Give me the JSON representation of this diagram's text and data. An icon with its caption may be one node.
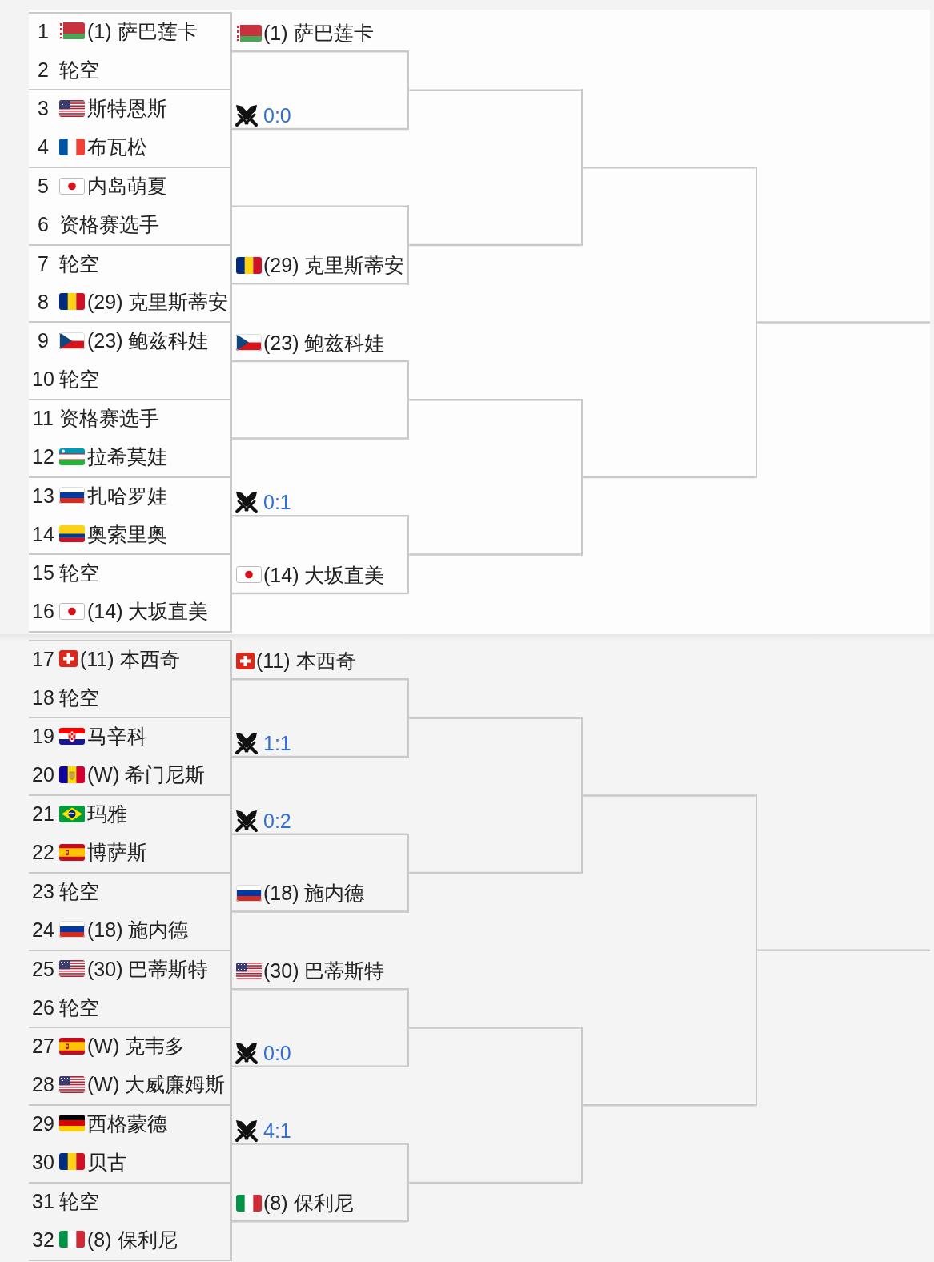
{
  "diagram": {
    "nodes": [
      {
        "text": [
          "1",
          "(1) 萨巴莲卡",
          "2",
          "轮空"
        ]
      },
      {
        "text": [
          "3",
          "斯特恩斯",
          "4",
          "布瓦松"
        ]
      },
      {
        "text": [
          "5",
          "内岛萌夏",
          "6",
          "资格赛选手"
        ]
      },
      {
        "text": [
          "7",
          "轮空",
          "8",
          "(29) 克里斯蒂安"
        ]
      },
      {
        "text": [
          "9",
          "(23) 鲍兹科娃",
          "10",
          "轮空"
        ]
      },
      {
        "text": [
          "11",
          "资格赛选手",
          "12",
          "拉希莫娃"
        ]
      },
      {
        "text": [
          "13",
          "扎哈罗娃",
          "14",
          "奥索里奥"
        ]
      },
      {
        "text": [
          "15",
          "轮空",
          "16",
          "(14) 大坂直美"
        ]
      },
      {
        "text": [
          "17",
          "(11) 本西奇",
          "18",
          "轮空"
        ]
      },
      {
        "text": [
          "19",
          "马辛科",
          "20",
          "(W) 希门尼斯"
        ]
      },
      {
        "text": [
          "21",
          "玛雅",
          "22",
          "博萨斯"
        ]
      },
      {
        "text": [
          "23",
          "轮空",
          "24",
          "(18) 施内德"
        ]
      },
      {
        "text": [
          "25",
          "(30) 巴蒂斯特",
          "26",
          "轮空"
        ]
      },
      {
        "text": [
          "27",
          "(W) 克韦多",
          "28",
          "(W) 大威廉姆斯"
        ]
      },
      {
        "text": [
          "29",
          "西格蒙德",
          "30",
          "贝古"
        ]
      },
      {
        "text": [
          "31",
          "轮空",
          "32",
          "(8) 保利尼"
        ]
      },
      {
        "text": [],
        "shape": "bar"
      },
      {
        "text": [],
        "shape": "bar"
      },
      {
        "text": [],
        "shape": "bar"
      },
      {
        "text": [],
        "shape": "bar"
      },
      {
        "text": [],
        "shape": "bar"
      },
      {
        "text": [],
        "shape": "bar"
      },
      {
        "text": [],
        "shape": "bar"
      },
      {
        "text": [],
        "shape": "bar"
      },
      {
        "text": [],
        "shape": "bar"
      },
      {
        "text": [],
        "shape": "bar"
      },
      {
        "text": [],
        "shape": "bar"
      },
      {
        "text": [],
        "shape": "bar"
      },
      {
        "text": [],
        "shape": "bar"
      },
      {
        "text": [],
        "shape": "bar"
      }
    ],
    "edges": [
      {
        "from": 0,
        "to": 16,
        "arrow": "none",
        "label": "(1) 萨巴莲卡"
      },
      {
        "from": 1,
        "to": 16,
        "arrow": "none",
        "label": "0:0"
      },
      {
        "from": 2,
        "to": 17,
        "arrow": "none"
      },
      {
        "from": 3,
        "to": 17,
        "arrow": "none",
        "label": "(29) 克里斯蒂安"
      },
      {
        "from": 4,
        "to": 18,
        "arrow": "none",
        "label": "(23) 鲍兹科娃"
      },
      {
        "from": 5,
        "to": 18,
        "arrow": "none"
      },
      {
        "from": 6,
        "to": 19,
        "arrow": "none",
        "label": "0:1"
      },
      {
        "from": 7,
        "to": 19,
        "arrow": "none",
        "label": "(14) 大坂直美"
      },
      {
        "from": 8,
        "to": 20,
        "arrow": "none",
        "label": "(11) 本西奇"
      },
      {
        "from": 9,
        "to": 20,
        "arrow": "none",
        "label": "1:1"
      },
      {
        "from": 10,
        "to": 21,
        "arrow": "none",
        "label": "0:2"
      },
      {
        "from": 11,
        "to": 21,
        "arrow": "none",
        "label": "(18) 施内德"
      },
      {
        "from": 12,
        "to": 22,
        "arrow": "none",
        "label": "(30) 巴蒂斯特"
      },
      {
        "from": 13,
        "to": 22,
        "arrow": "none",
        "label": "0:0"
      },
      {
        "from": 14,
        "to": 23,
        "arrow": "none",
        "label": "4:1"
      },
      {
        "from": 15,
        "to": 23,
        "arrow": "none",
        "label": "(8) 保利尼"
      },
      {
        "from": 16,
        "to": 24,
        "arrow": "none"
      },
      {
        "from": 17,
        "to": 24,
        "arrow": "none"
      },
      {
        "from": 18,
        "to": 25,
        "arrow": "none"
      },
      {
        "from": 19,
        "to": 25,
        "arrow": "none"
      },
      {
        "from": 20,
        "to": 26,
        "arrow": "none"
      },
      {
        "from": 21,
        "to": 26,
        "arrow": "none"
      },
      {
        "from": 22,
        "to": 27,
        "arrow": "none"
      },
      {
        "from": 23,
        "to": 27,
        "arrow": "none"
      },
      {
        "from": 24,
        "to": 28,
        "arrow": "none"
      },
      {
        "from": 25,
        "to": 28,
        "arrow": "none"
      },
      {
        "from": 26,
        "to": 29,
        "arrow": "none"
      },
      {
        "from": 27,
        "to": 29,
        "arrow": "none"
      },
      {
        "from": 28,
        "to": null,
        "arrow": "none"
      },
      {
        "from": 29,
        "to": null,
        "arrow": "none"
      }
    ]
  }
}
